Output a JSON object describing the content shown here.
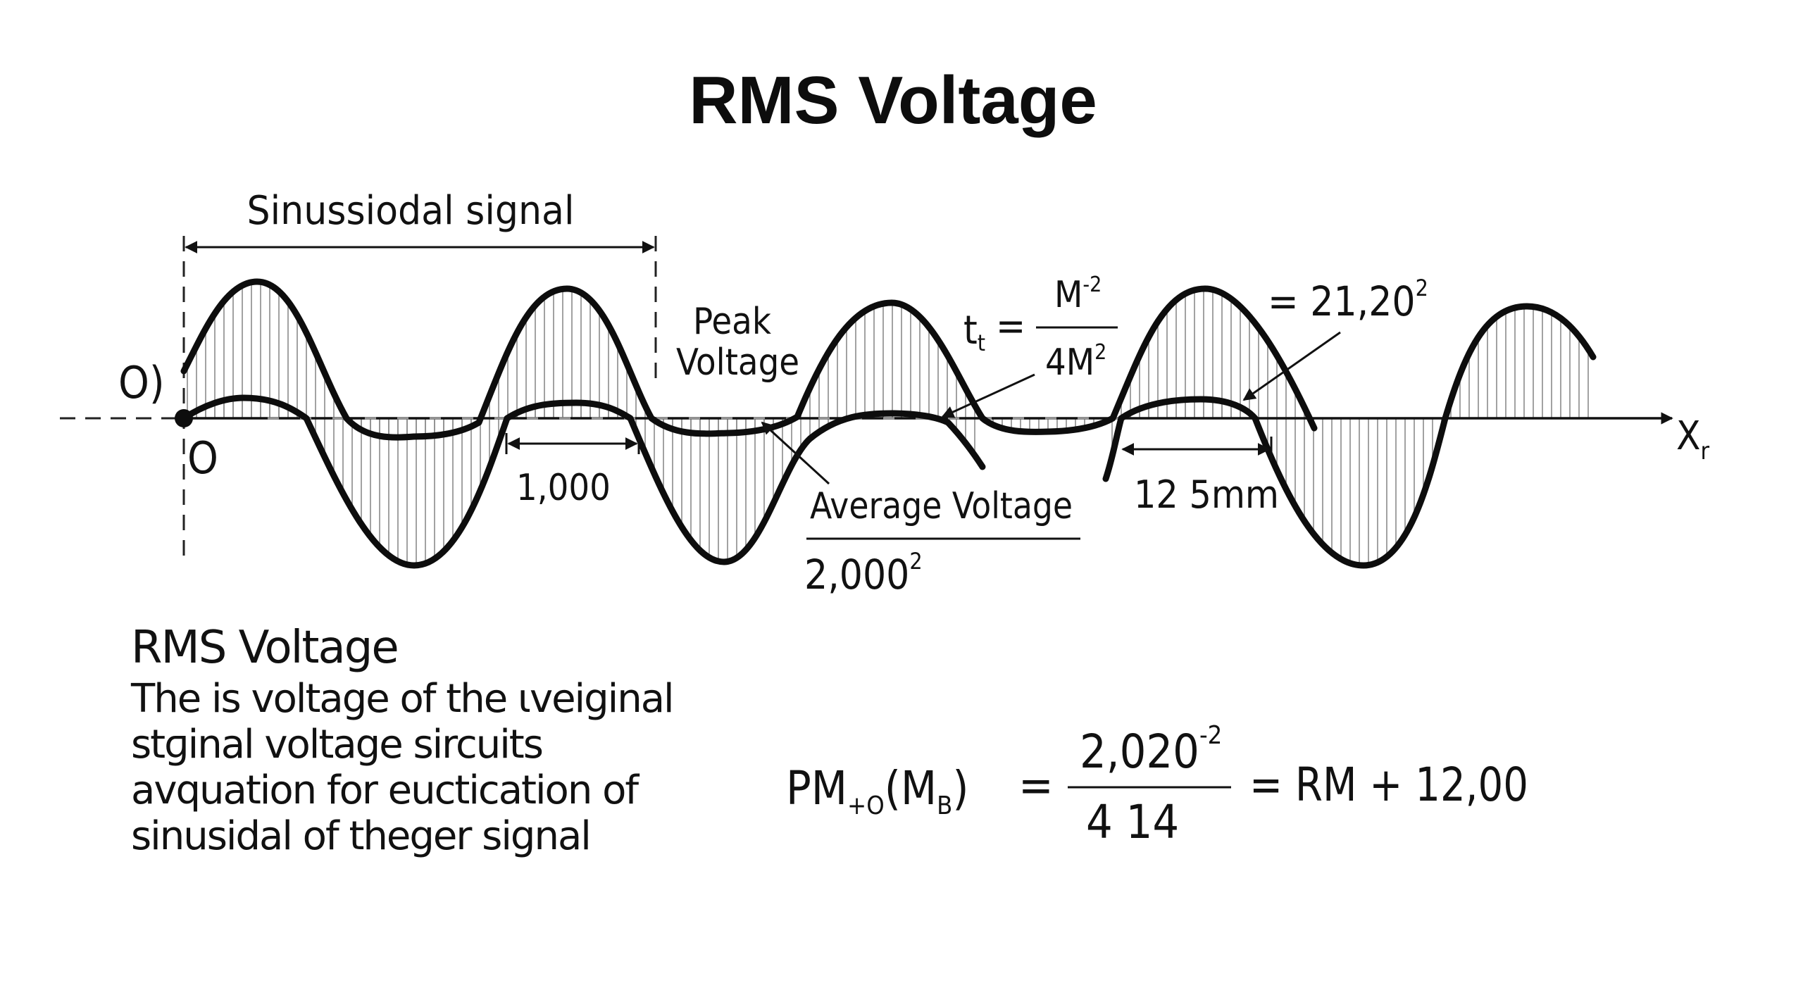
{
  "title": "RMS Voltage",
  "diagram": {
    "span_label": "Sinussiodal signal",
    "origin_top_label": "O)",
    "origin_label": "O",
    "x_axis_label": "X",
    "x_axis_subscript": "r",
    "peak_label_line1": "Peak",
    "peak_label_line2": "Voltage",
    "interval_1_label": "1,000",
    "interval_2_label": "12 5mm",
    "average_label": "Average Voltage",
    "average_value": "2,000",
    "average_value_exp": "2",
    "formula_tt": {
      "lhs": "t",
      "lhs_sub": "t",
      "eq": "=",
      "numerator": "M",
      "numerator_exp": "-2",
      "denominator": "4M",
      "denominator_exp": "2"
    },
    "value_label": "= 21,20",
    "value_label_exp": "2"
  },
  "description": {
    "heading": "RMS Voltage",
    "lines": [
      "The is voltage of the ɩveiginal",
      "stɡinal voltage sircuits",
      "avquation for euctication of",
      "sinusidal of theger signal"
    ]
  },
  "equation": {
    "lhs_main": "PM",
    "lhs_sub": "+O",
    "lhs_paren_open": "(M",
    "lhs_paren_sub": "B",
    "lhs_paren_close": ")",
    "eq1": "=",
    "numerator": "2,020",
    "numerator_exp": "-2",
    "denominator": "4 14",
    "rhs": "= RM + 12,00"
  },
  "colors": {
    "ink": "#0d0d0d",
    "hatch": "#8a8a8a",
    "background": "#ffffff"
  }
}
